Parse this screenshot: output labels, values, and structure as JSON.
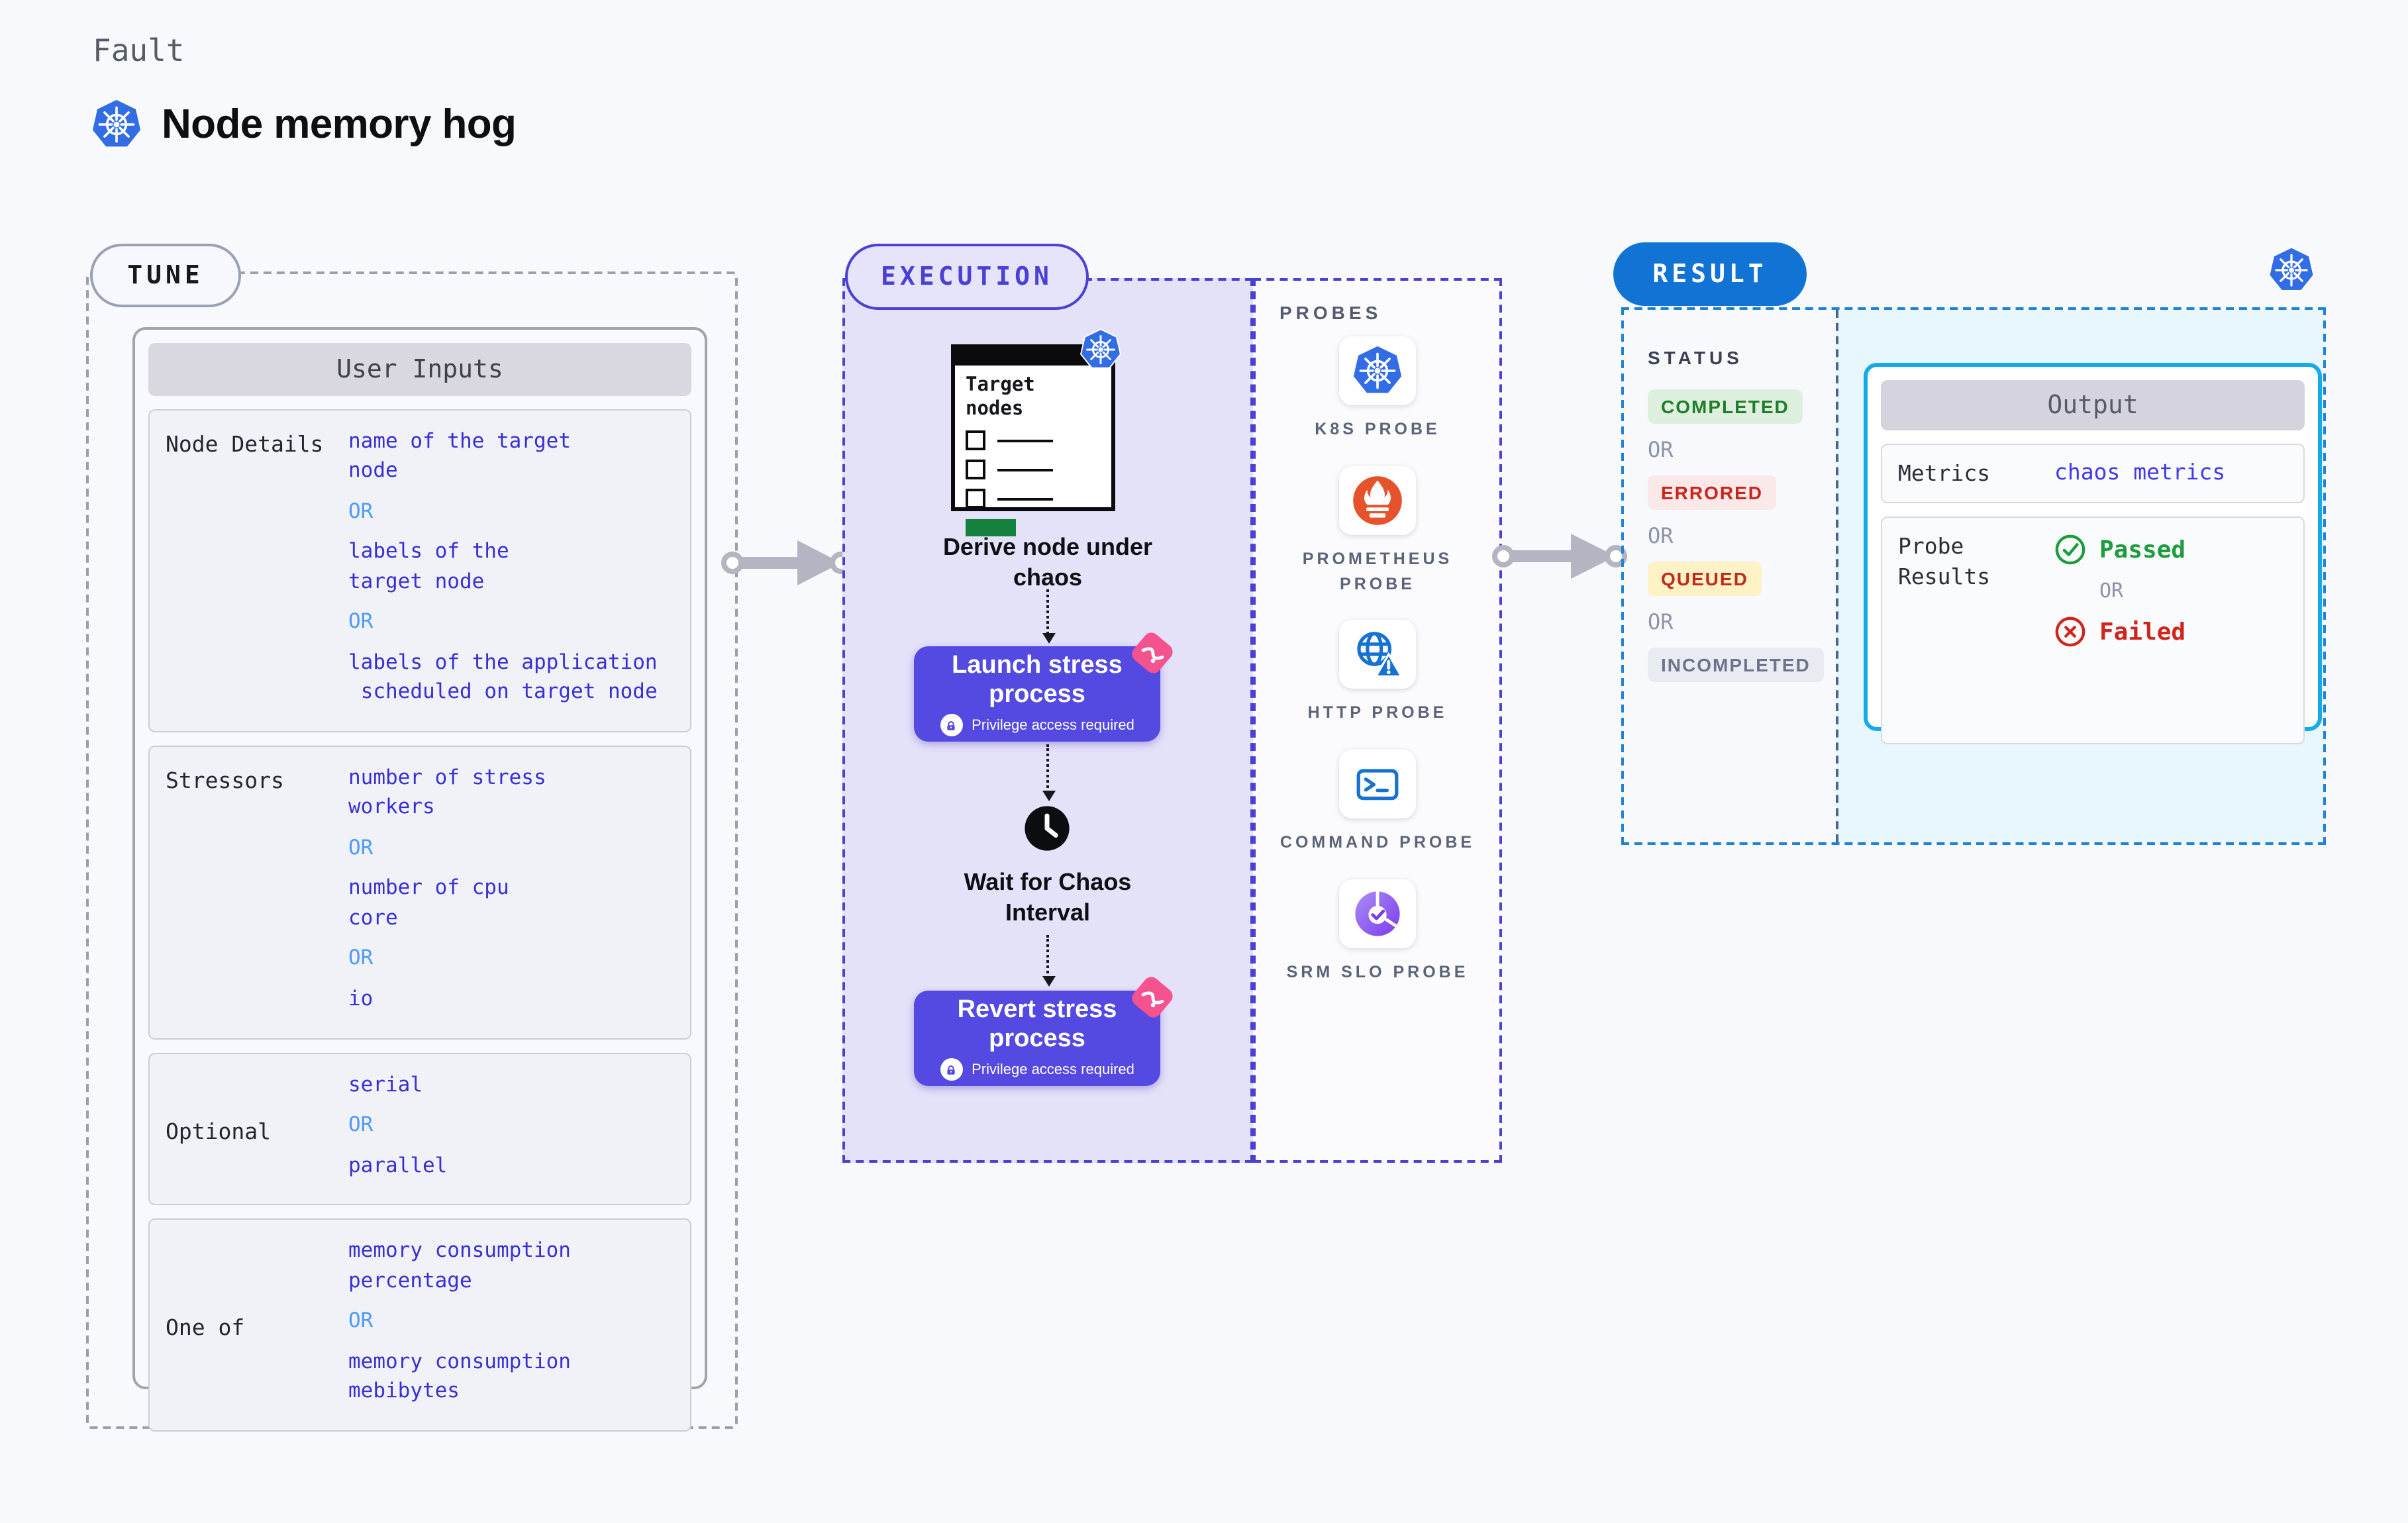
{
  "header": {
    "kicker": "Fault",
    "title": "Node memory hog"
  },
  "tune": {
    "badge": "TUNE",
    "panel_title": "User Inputs",
    "rows": [
      {
        "label": "Node Details",
        "items": [
          {
            "t": "v",
            "x": "name of the target\nnode"
          },
          {
            "t": "o",
            "x": "OR"
          },
          {
            "t": "v",
            "x": "labels of the\ntarget node"
          },
          {
            "t": "o",
            "x": "OR"
          },
          {
            "t": "v",
            "x": "labels of the application\n scheduled on target node"
          }
        ]
      },
      {
        "label": "Stressors",
        "items": [
          {
            "t": "v",
            "x": "number of stress\nworkers"
          },
          {
            "t": "o",
            "x": "OR"
          },
          {
            "t": "v",
            "x": "number of cpu\ncore"
          },
          {
            "t": "o",
            "x": "OR"
          },
          {
            "t": "v",
            "x": "io"
          }
        ]
      },
      {
        "label": "Optional",
        "items": [
          {
            "t": "v",
            "x": "serial"
          },
          {
            "t": "o",
            "x": "OR"
          },
          {
            "t": "v",
            "x": "parallel"
          }
        ]
      },
      {
        "label": "One of",
        "items": [
          {
            "t": "v",
            "x": "memory consumption\npercentage"
          },
          {
            "t": "o",
            "x": "OR"
          },
          {
            "t": "v",
            "x": "memory consumption\nmebibytes"
          }
        ]
      }
    ]
  },
  "execution": {
    "badge": "EXECUTION",
    "window_title": "Target nodes",
    "derive": "Derive node under chaos",
    "launch": {
      "label": "Launch stress process",
      "note": "Privilege access required"
    },
    "wait": "Wait for Chaos Interval",
    "revert": {
      "label": "Revert stress process",
      "note": "Privilege access required"
    }
  },
  "probes": {
    "label": "PROBES",
    "items": [
      {
        "name": "K8S PROBE",
        "icon": "kubernetes-icon"
      },
      {
        "name": "PROMETHEUS PROBE",
        "icon": "prometheus-icon"
      },
      {
        "name": "HTTP PROBE",
        "icon": "http-globe-icon"
      },
      {
        "name": "COMMAND PROBE",
        "icon": "terminal-icon"
      },
      {
        "name": "SRM SLO PROBE",
        "icon": "srm-slo-icon"
      }
    ]
  },
  "result": {
    "badge": "RESULT",
    "status_label": "STATUS",
    "statuses": [
      {
        "label": "COMPLETED",
        "type": "badge",
        "fg": "#1d7e2c",
        "bg": "#def0dd"
      },
      {
        "label": "OR",
        "type": "or"
      },
      {
        "label": "ERRORED",
        "type": "badge",
        "fg": "#c8251c",
        "bg": "#fbe8e8"
      },
      {
        "label": "OR",
        "type": "or"
      },
      {
        "label": "QUEUED",
        "type": "badge",
        "fg": "#bf2a1e",
        "bg": "#fdf1c6"
      },
      {
        "label": "OR",
        "type": "or"
      },
      {
        "label": "INCOMPLETED",
        "type": "badge",
        "fg": "#6d7389",
        "bg": "#e9ebf3"
      }
    ],
    "output": {
      "title": "Output",
      "metrics_label": "Metrics",
      "metrics_value": "chaos metrics",
      "probe_results_label": "Probe Results",
      "passed": "Passed",
      "or": "OR",
      "failed": "Failed"
    }
  },
  "colors": {
    "page_bg": "#f8f9fc",
    "value_blue": "#382fd4",
    "or_light_blue": "#4f9af5",
    "indigo_accent": "#4a40d4",
    "execution_bg": "#e4e2f9",
    "button_purple": "#5449e0",
    "pink_accent": "#f4538f",
    "result_blue": "#1173d4",
    "output_border": "#15aae9",
    "cyan_bg": "#e8f6fd",
    "k8s_blue": "#326de6",
    "prometheus_orange": "#e6522c",
    "green": "#1d9c3c",
    "red": "#d0241c",
    "target_button_green": "#15813f"
  }
}
